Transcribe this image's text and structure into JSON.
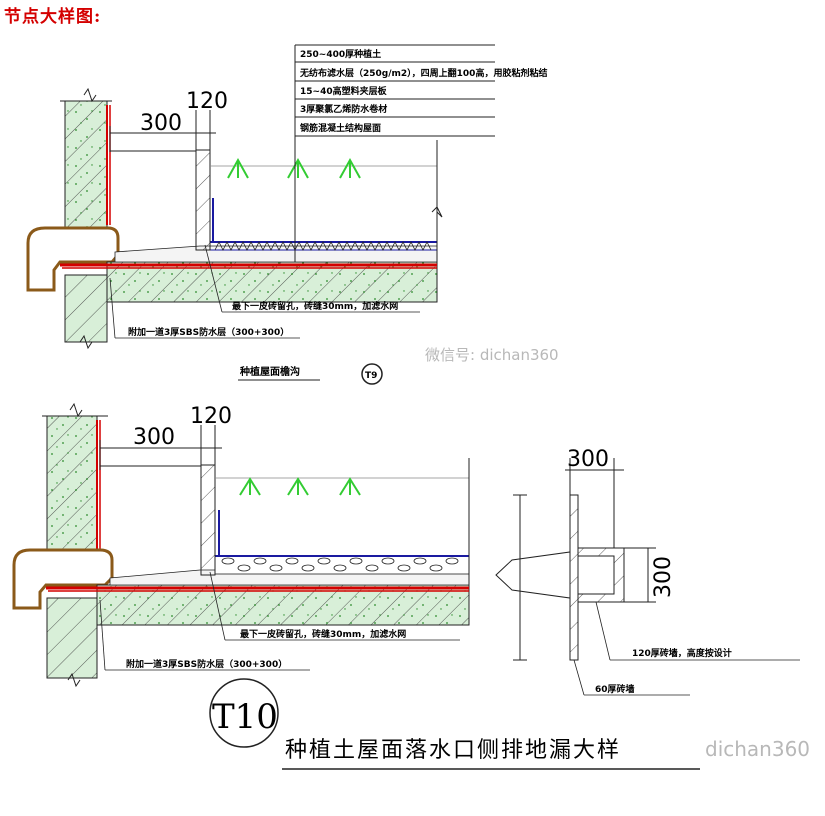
{
  "page_title": "节点大样图:",
  "top_detail": {
    "dim_left": "300",
    "dim_right": "120",
    "legend": [
      "250~400厚种植土",
      "无纺布滤水层（250g/m2），四周上翻100高，用胶粘剂粘结",
      "15~40高塑料夹层板",
      "3厚聚氯乙烯防水卷材",
      "钢筋混凝土结构屋面"
    ],
    "note_drain": "最下一皮砖留孔，砖缝30mm，加滤水网",
    "note_membrane": "附加一道3厚SBS防水层（300+300）",
    "caption": "种植屋面檐沟",
    "badge": "T9",
    "watermark": "微信号: dichan360"
  },
  "bottom_detail": {
    "dim_left": "300",
    "dim_right": "120",
    "note_drain": "最下一皮砖留孔，砖缝30mm，加滤水网",
    "note_membrane": "附加一道3厚SBS防水层（300+300）",
    "side_dim_top": "300",
    "side_dim_right": "300",
    "side_note_1": "120厚砖墙，高度按设计",
    "side_note_2": "60厚砖墙",
    "badge": "T10",
    "caption": "种植土屋面落水口侧排地漏大样",
    "watermark": "dichan360"
  }
}
